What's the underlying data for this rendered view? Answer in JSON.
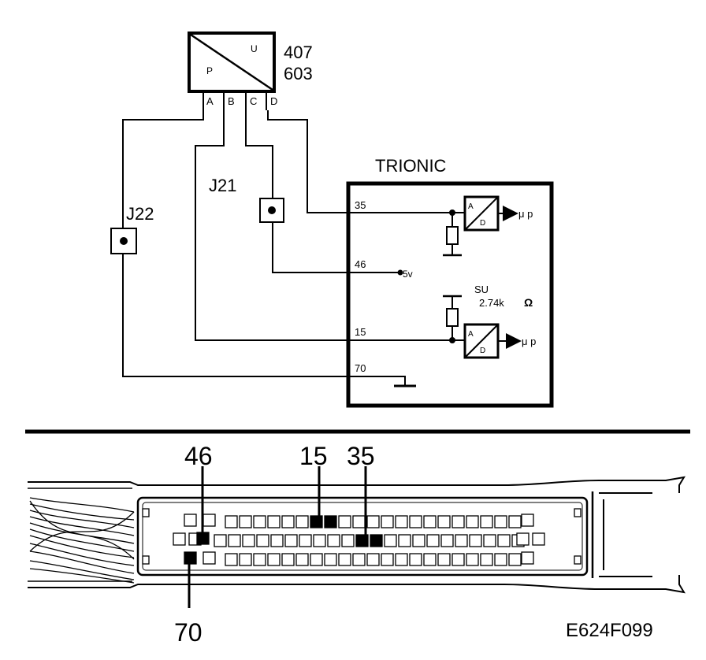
{
  "sensor": {
    "part_number_1": "407",
    "part_number_2": "603",
    "symbol_u": "U",
    "symbol_p": "P",
    "pins": [
      "A",
      "B",
      "C",
      "D"
    ]
  },
  "junctions": {
    "j21": "J21",
    "j22": "J22"
  },
  "ecu": {
    "title": "TRIONIC",
    "pins": {
      "p35": "35",
      "p46": "46",
      "p15": "15",
      "p70": "70"
    },
    "supply": "5v",
    "su_label": "SU",
    "resistor_value": "2.74k",
    "ohm": "Ω",
    "adc_a": "A",
    "adc_d": "D",
    "mu_p": "μ p"
  },
  "connector": {
    "callouts": {
      "c46": "46",
      "c15": "15",
      "c35": "35",
      "c70": "70"
    }
  },
  "figure_code": "E624F099"
}
